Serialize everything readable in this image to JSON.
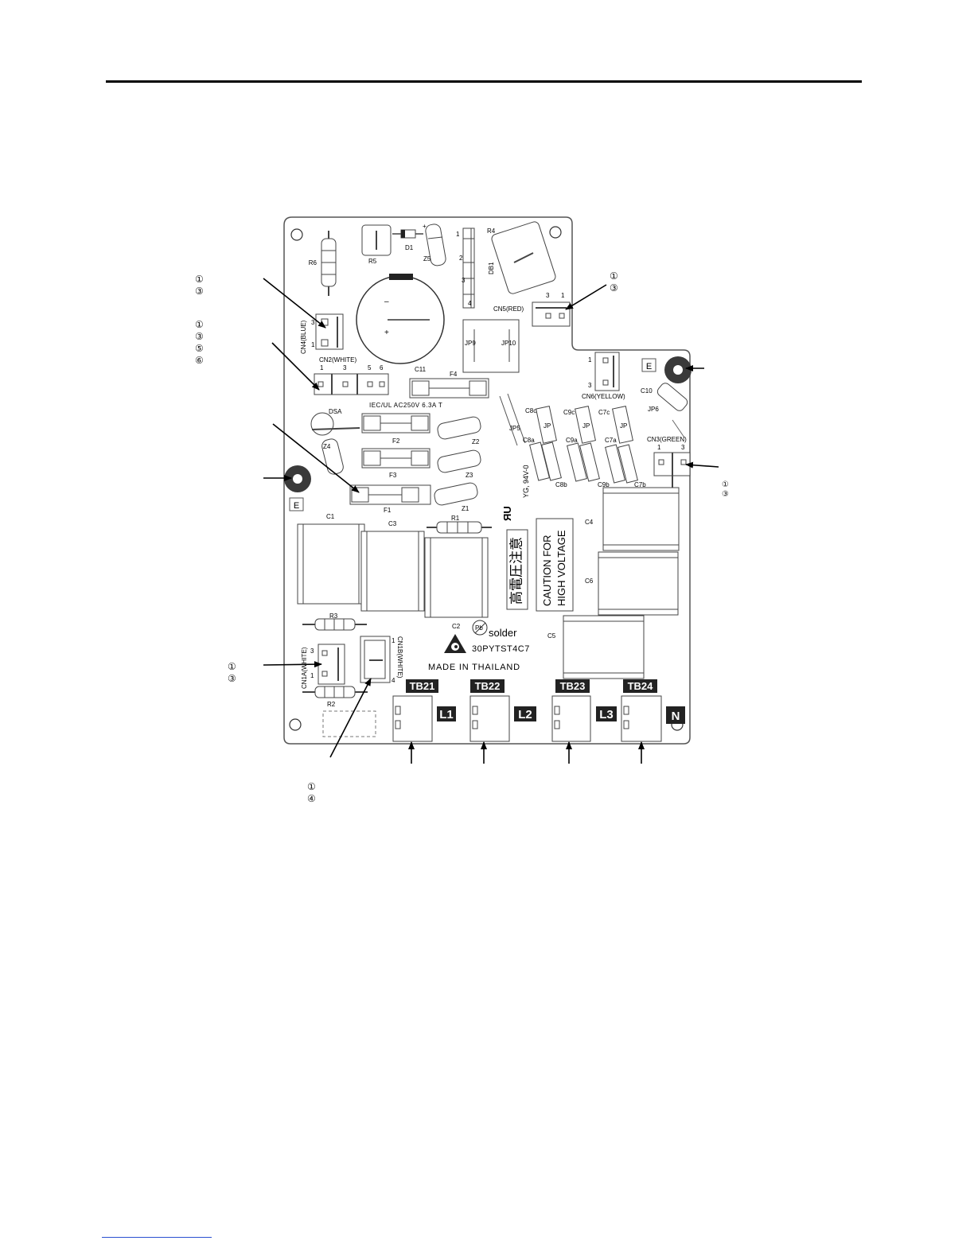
{
  "board": {
    "model_code": "30PYTST4C7",
    "made_in": "MADE IN THAILAND",
    "solder_mark": "solder",
    "pb_mark": "Pb",
    "rating_mark": "YG, 94V-0",
    "fuse_rating": "IEC/UL AC250V 6.3A T",
    "caution_en_line1": "CAUTION FOR",
    "caution_en_line2": "HIGH VOLTAGE",
    "caution_jp": "高電圧注意",
    "ground_label": "E",
    "ur_mark": "ЯU"
  },
  "components": {
    "R1": "R1",
    "R2": "R2",
    "R3": "R3",
    "R4": "R4",
    "R5": "R5",
    "R6": "R6",
    "D1": "D1",
    "DB1": "DB1",
    "DSA": "DSA",
    "Z1": "Z1",
    "Z2": "Z2",
    "Z3": "Z3",
    "Z4": "Z4",
    "Z5": "Z5",
    "F1": "F1",
    "F2": "F2",
    "F3": "F3",
    "F4": "F4",
    "C1": "C1",
    "C2": "C2",
    "C3": "C3",
    "C4": "C4",
    "C5": "C5",
    "C6": "C6",
    "C10": "C10",
    "C11": "C11",
    "C7a": "C7a",
    "C7b": "C7b",
    "C7c": "C7c",
    "C8a": "C8a",
    "C8b": "C8b",
    "C8c": "C8c",
    "C9a": "C9a",
    "C9b": "C9b",
    "C9c": "C9c",
    "JP": "JP",
    "JP5": "JP5",
    "JP6": "JP6",
    "JP9": "JP9",
    "JP10": "JP10"
  },
  "connectors": {
    "CN2": "CN2(WHITE)",
    "CN3": "CN3(GREEN)",
    "CN4": "CN4(BLUE)",
    "CN5": "CN5(RED)",
    "CN6": "CN6(YELLOW)",
    "CN1A": "CN1A(WHITE)",
    "CN1B": "CN1B(WHITE)"
  },
  "pins": {
    "p1": "1",
    "p2": "2",
    "p3": "3",
    "p4": "4",
    "p5": "5",
    "p6": "6"
  },
  "terminals": [
    {
      "id": "TB21",
      "phase": "L1"
    },
    {
      "id": "TB22",
      "phase": "L2"
    },
    {
      "id": "TB23",
      "phase": "L3"
    },
    {
      "id": "TB24",
      "phase": "N"
    }
  ],
  "callouts": {
    "cn4_pins": [
      "①",
      "③"
    ],
    "cn2_pins": [
      "①",
      "③",
      "⑤",
      "⑥"
    ],
    "cn5_pins": [
      "①",
      "③"
    ],
    "cn3_pins": [
      "①",
      "③"
    ],
    "cn1a_pins": [
      "①",
      "③"
    ],
    "cn1b_pins": [
      "①",
      "④"
    ]
  }
}
